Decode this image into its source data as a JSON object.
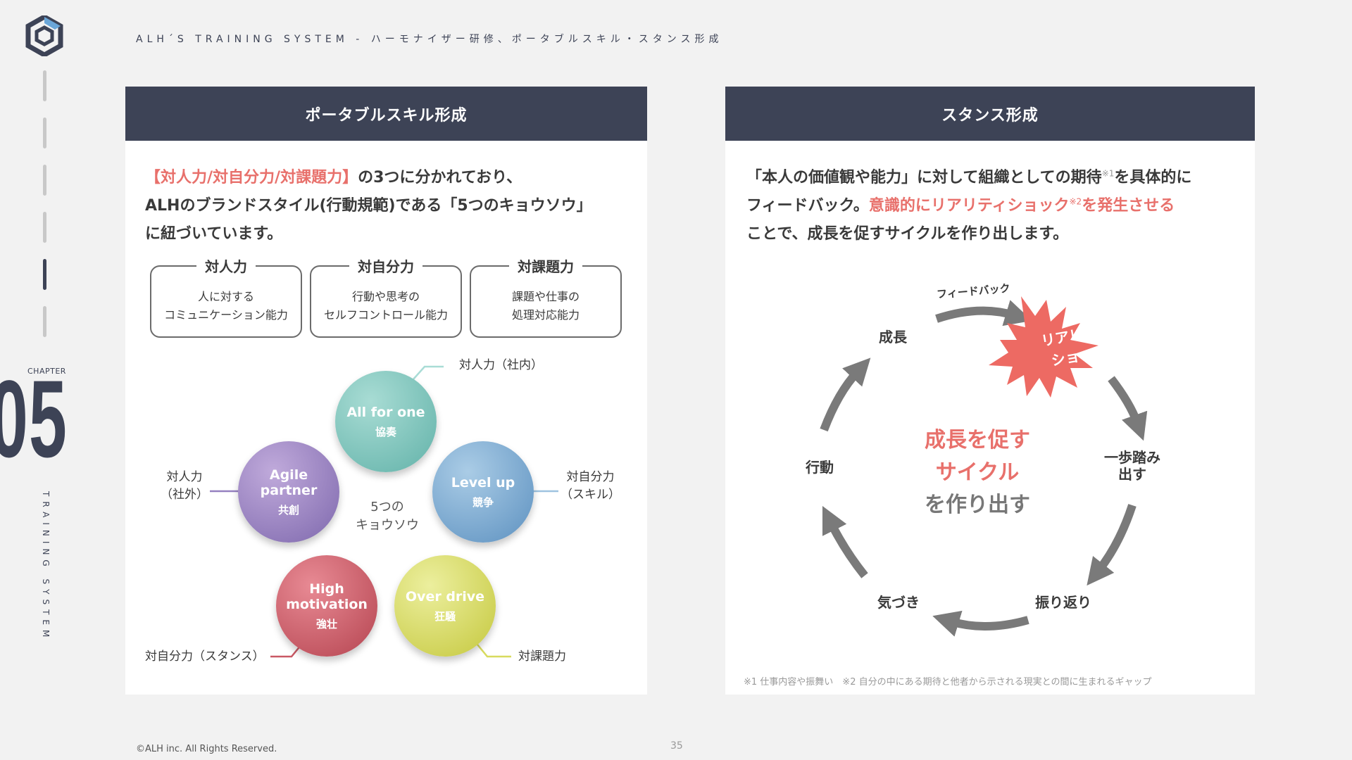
{
  "header": {
    "text": "ALH´S TRAINING SYSTEM - ハーモナイザー研修、ポータブルスキル・スタンス形成"
  },
  "sidebar": {
    "chapter_label": "CHAPTER",
    "chapter_number": "05",
    "vertical_label": "TRAINING SYSTEM",
    "progress": {
      "total": 6,
      "current": 5
    }
  },
  "left_panel": {
    "title": "ポータブルスキル形成",
    "intro_highlight": "【対人力/対自分力/対課題力】",
    "intro_line1_rest": "の3つに分かれており、",
    "intro_line2": "ALHのブランドスタイル(行動規範)である「5つのキョウソウ」",
    "intro_line3": "に紐づいています。",
    "abilities": [
      {
        "title": "対人力",
        "desc": "人に対する\nコミュニケーション能力"
      },
      {
        "title": "対自分力",
        "desc": "行動や思考の\nセルフコントロール能力"
      },
      {
        "title": "対課題力",
        "desc": "課題や仕事の\n処理対応能力"
      }
    ],
    "center_label": "5つの\nキョウソウ",
    "circles": [
      {
        "en": "All for one",
        "jp": "協奏",
        "label": "対人力（社内）",
        "color": "#7cc5bc"
      },
      {
        "en": "Agile\npartner",
        "jp": "共創",
        "label": "対人力\n（社外）",
        "color": "#9580c0"
      },
      {
        "en": "Level up",
        "jp": "競争",
        "label": "対自分力\n（スキル）",
        "color": "#7fa9d2"
      },
      {
        "en": "High\nmotivation",
        "jp": "強壮",
        "label": "対自分力（スタンス）",
        "color": "#c95864"
      },
      {
        "en": "Over drive",
        "jp": "狂騒",
        "label": "対課題力",
        "color": "#d8db5e"
      }
    ]
  },
  "right_panel": {
    "title": "スタンス形成",
    "intro_line1": "「本人の価値観や能力」に対して組織としての期待",
    "intro_note1": "※1",
    "intro_line1_rest": "を具体的に",
    "intro_line2_start": "フィードバック。",
    "intro_line2_highlight": "意識的にリアリティショック",
    "intro_note2": "※2",
    "intro_line2_highlight_end": "を発生させる",
    "intro_line3": "ことで、成長を促すサイクルを作り出します。",
    "cycle": {
      "growth": "成長",
      "feedback": "フィードバック",
      "shock": "リアリティ\nショック",
      "step_forward": "一歩踏み\n出す",
      "reflection": "振り返り",
      "awareness": "気づき",
      "action": "行動",
      "center_red_1": "成長を促す",
      "center_red_2": "サイクル",
      "center_gray": "を作り出す"
    },
    "notes": "※1 仕事内容や振舞い　※2 自分の中にある期待と他者から示される現実との間に生まれるギャップ"
  },
  "colors": {
    "navy": "#3d4356",
    "accent_red": "#e8706b",
    "arrow_gray": "#7a7a7a"
  },
  "footer": {
    "copyright": "©ALH inc. All Rights Reserved.",
    "page": "35"
  }
}
